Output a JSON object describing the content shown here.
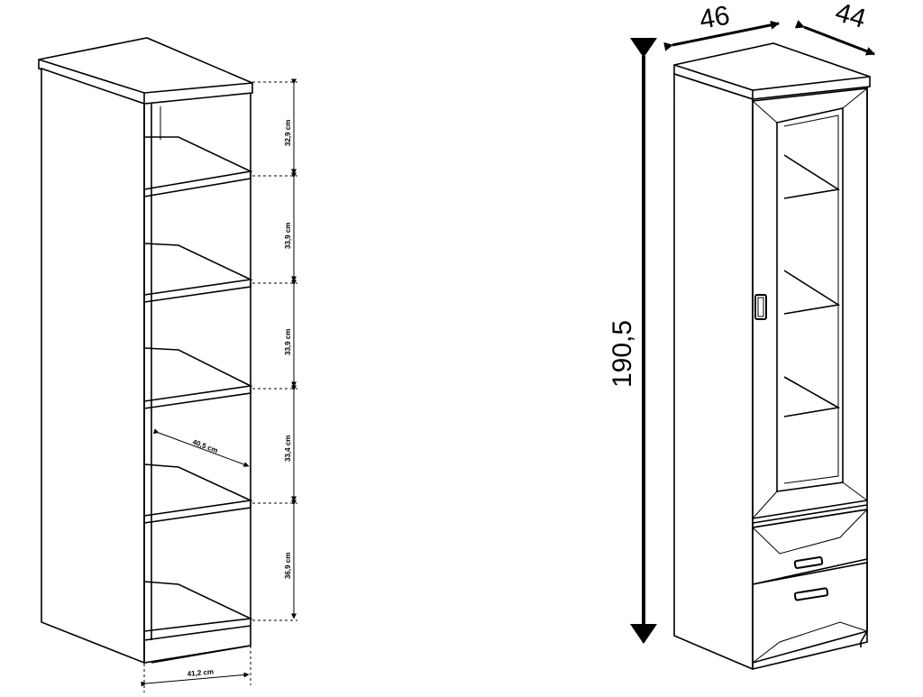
{
  "left_cabinet": {
    "shelf_heights": [
      "32,9 cm",
      "33,9 cm",
      "33,9 cm",
      "33,4 cm",
      "36,9 cm"
    ],
    "inner_depth": "40,5 cm",
    "inner_width": "41,2 cm"
  },
  "right_cabinet": {
    "width": "46",
    "depth": "44",
    "height": "190,5"
  }
}
